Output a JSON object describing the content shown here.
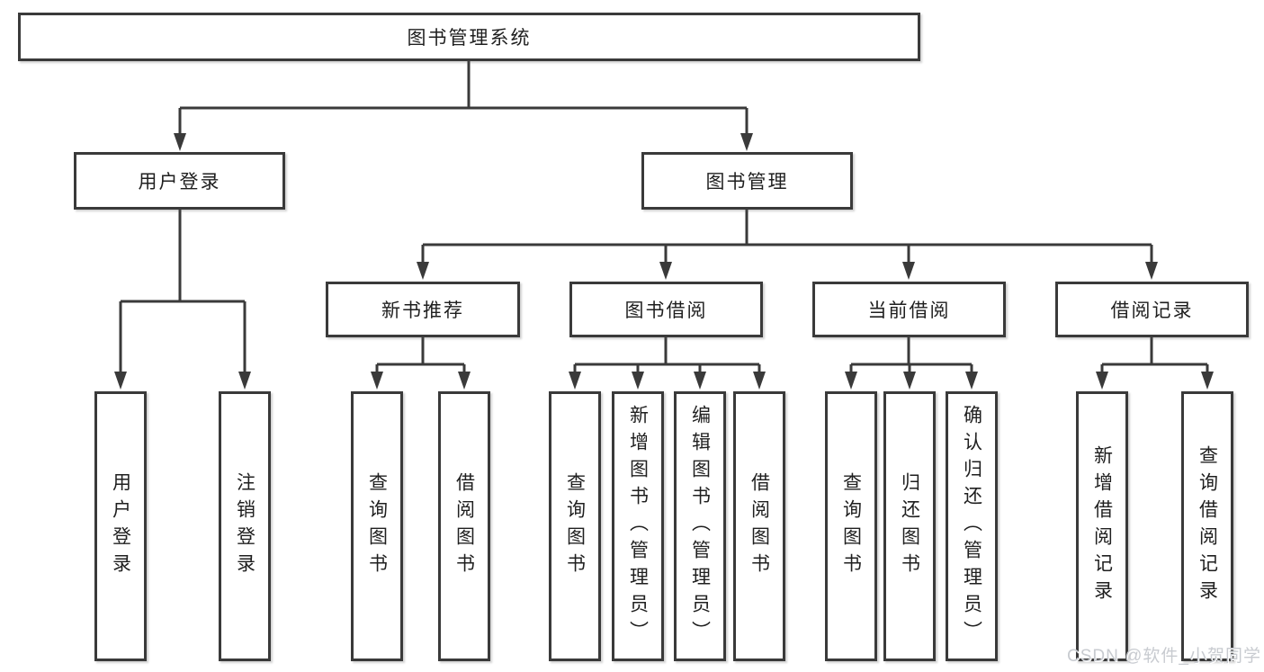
{
  "diagram": {
    "root": {
      "label": "图书管理系统"
    },
    "level2": {
      "user_login": {
        "label": "用户登录"
      },
      "book_mgmt": {
        "label": "图书管理"
      }
    },
    "level3": {
      "new_book_rec": {
        "label": "新书推荐"
      },
      "book_borrow": {
        "label": "图书借阅"
      },
      "current_borrow": {
        "label": "当前借阅"
      },
      "borrow_record": {
        "label": "借阅记录"
      }
    },
    "leaves": {
      "user_login": [
        "用户登录",
        "注销登录"
      ],
      "new_book_rec": [
        "查询图书",
        "借阅图书"
      ],
      "book_borrow": [
        "查询图书",
        "新增图书（管理员）",
        "编辑图书（管理员）",
        "借阅图书"
      ],
      "current_borrow": [
        "查询图书",
        "归还图书",
        "确认归还（管理员）"
      ],
      "borrow_record": [
        "新增借阅记录",
        "查询借阅记录"
      ]
    }
  },
  "watermark": "CSDN @软件_小贺同学",
  "colors": {
    "line": "#3a3a3a",
    "text": "#1f1f1f",
    "watermark": "#c8cbd0"
  }
}
